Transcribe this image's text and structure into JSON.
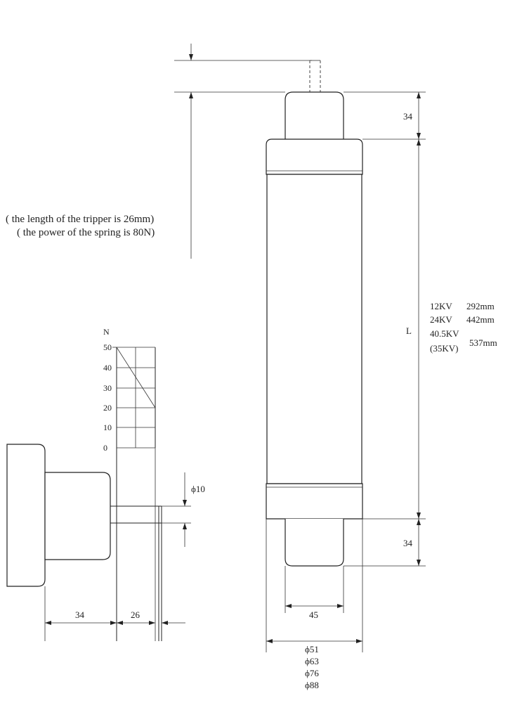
{
  "notes": {
    "tripper_length": "( the length of the tripper is 26mm)",
    "spring_power": "( the power of the spring is 80N)"
  },
  "dimensions": {
    "top_cap": "34",
    "bottom_cap": "34",
    "length": "L",
    "bottom_width": "45",
    "diameters": [
      "ϕ51",
      "ϕ63",
      "ϕ76",
      "ϕ88"
    ],
    "pin_diameter": "ϕ10",
    "side_a": "34",
    "side_b": "26"
  },
  "voltage_table": [
    {
      "voltage": "12KV",
      "length": "292mm"
    },
    {
      "voltage": "24KV",
      "length": "442mm"
    },
    {
      "voltage": "40.5KV",
      "length": ""
    },
    {
      "voltage": "(35KV)",
      "length": ""
    }
  ],
  "voltage_shared_length": "537mm",
  "force_chart": {
    "axis_unit": "N",
    "ticks": [
      "50",
      "40",
      "30",
      "20",
      "10",
      "0"
    ]
  }
}
